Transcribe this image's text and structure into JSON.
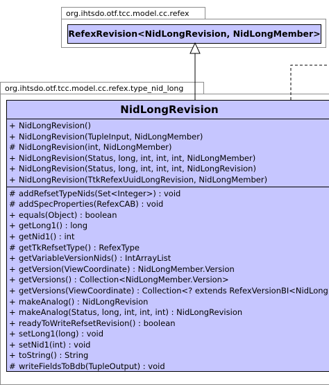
{
  "super_package": {
    "name": "org.ihtsdo.otf.tcc.model.cc.refex",
    "class_name": "RefexRevision<NidLongRevision, NidLongMember>"
  },
  "package": {
    "name": "org.ihtsdo.otf.tcc.model.cc.refex.type_nid_long"
  },
  "class": {
    "name": "NidLongRevision",
    "constructors": [
      {
        "vis": "+",
        "sig": "NidLongRevision()"
      },
      {
        "vis": "+",
        "sig": "NidLongRevision(TupleInput, NidLongMember)"
      },
      {
        "vis": "#",
        "sig": "NidLongRevision(int, NidLongMember)"
      },
      {
        "vis": "+",
        "sig": "NidLongRevision(Status, long, int, int, int, NidLongMember)"
      },
      {
        "vis": "+",
        "sig": "NidLongRevision(Status, long, int, int, int, NidLongRevision)"
      },
      {
        "vis": "+",
        "sig": "NidLongRevision(TtkRefexUuidLongRevision, NidLongMember)"
      }
    ],
    "methods": [
      {
        "vis": "#",
        "sig": "addRefsetTypeNids(Set<Integer>) : void"
      },
      {
        "vis": "#",
        "sig": "addSpecProperties(RefexCAB) : void"
      },
      {
        "vis": "+",
        "sig": "equals(Object) : boolean"
      },
      {
        "vis": "+",
        "sig": "getLong1() : long"
      },
      {
        "vis": "+",
        "sig": "getNid1() : int"
      },
      {
        "vis": "#",
        "sig": "getTkRefsetType() : RefexType"
      },
      {
        "vis": "+",
        "sig": "getVariableVersionNids() : IntArrayList"
      },
      {
        "vis": "+",
        "sig": "getVersion(ViewCoordinate) : NidLongMember.Version"
      },
      {
        "vis": "+",
        "sig": "getVersions() : Collection<NidLongMember.Version>"
      },
      {
        "vis": "+",
        "sig": "getVersions(ViewCoordinate) : Collection<? extends RefexVersionBI<NidLongRevision>>"
      },
      {
        "vis": "+",
        "sig": "makeAnalog() : NidLongRevision"
      },
      {
        "vis": "+",
        "sig": "makeAnalog(Status, long, int, int, int) : NidLongRevision"
      },
      {
        "vis": "+",
        "sig": "readyToWriteRefsetRevision() : boolean"
      },
      {
        "vis": "+",
        "sig": "setLong1(long) : void"
      },
      {
        "vis": "+",
        "sig": "setNid1(int) : void"
      },
      {
        "vis": "+",
        "sig": "toString() : String"
      },
      {
        "vis": "#",
        "sig": "writeFieldsToBdb(TupleOutput) : void"
      }
    ]
  }
}
